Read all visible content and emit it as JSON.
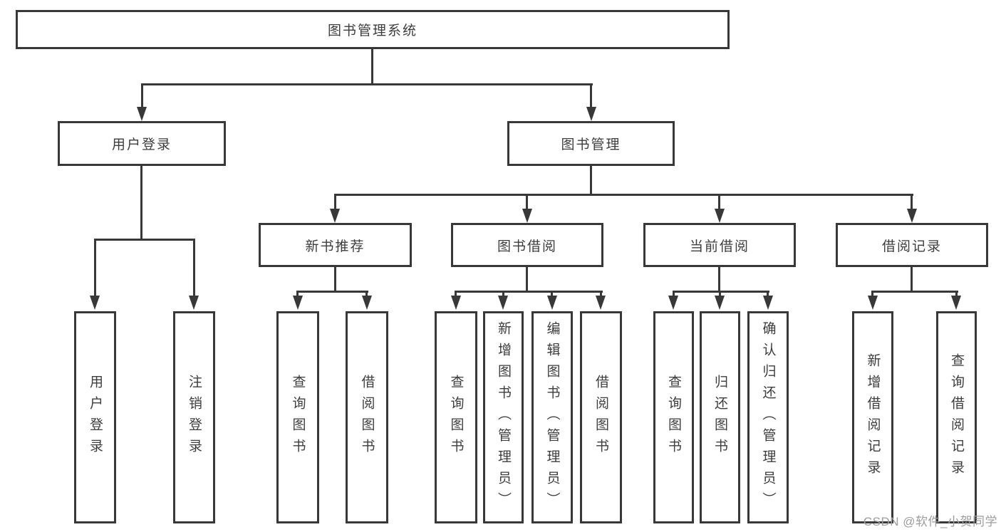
{
  "diagram": {
    "root": {
      "label": "图书管理系统"
    },
    "level1": [
      {
        "label": "用户登录"
      },
      {
        "label": "图书管理"
      }
    ],
    "level2": [
      {
        "label": "新书推荐"
      },
      {
        "label": "图书借阅"
      },
      {
        "label": "当前借阅"
      },
      {
        "label": "借阅记录"
      }
    ],
    "leaves": [
      {
        "label": "用户登录"
      },
      {
        "label": "注销登录"
      },
      {
        "label": "查询图书"
      },
      {
        "label": "借阅图书"
      },
      {
        "label": "查询图书"
      },
      {
        "label": "新增图书（管理员）"
      },
      {
        "label": "编辑图书（管理员）"
      },
      {
        "label": "借阅图书"
      },
      {
        "label": "查询图书"
      },
      {
        "label": "归还图书"
      },
      {
        "label": "确认归还（管理员）"
      },
      {
        "label": "新增借阅记录"
      },
      {
        "label": "查询借阅记录"
      }
    ]
  },
  "watermark": {
    "text": "CSDN @软件_小贺同学"
  },
  "colors": {
    "line": "#383838",
    "text": "#3d3d3d",
    "watermark": "#9c9c9c",
    "background": "#ffffff"
  }
}
